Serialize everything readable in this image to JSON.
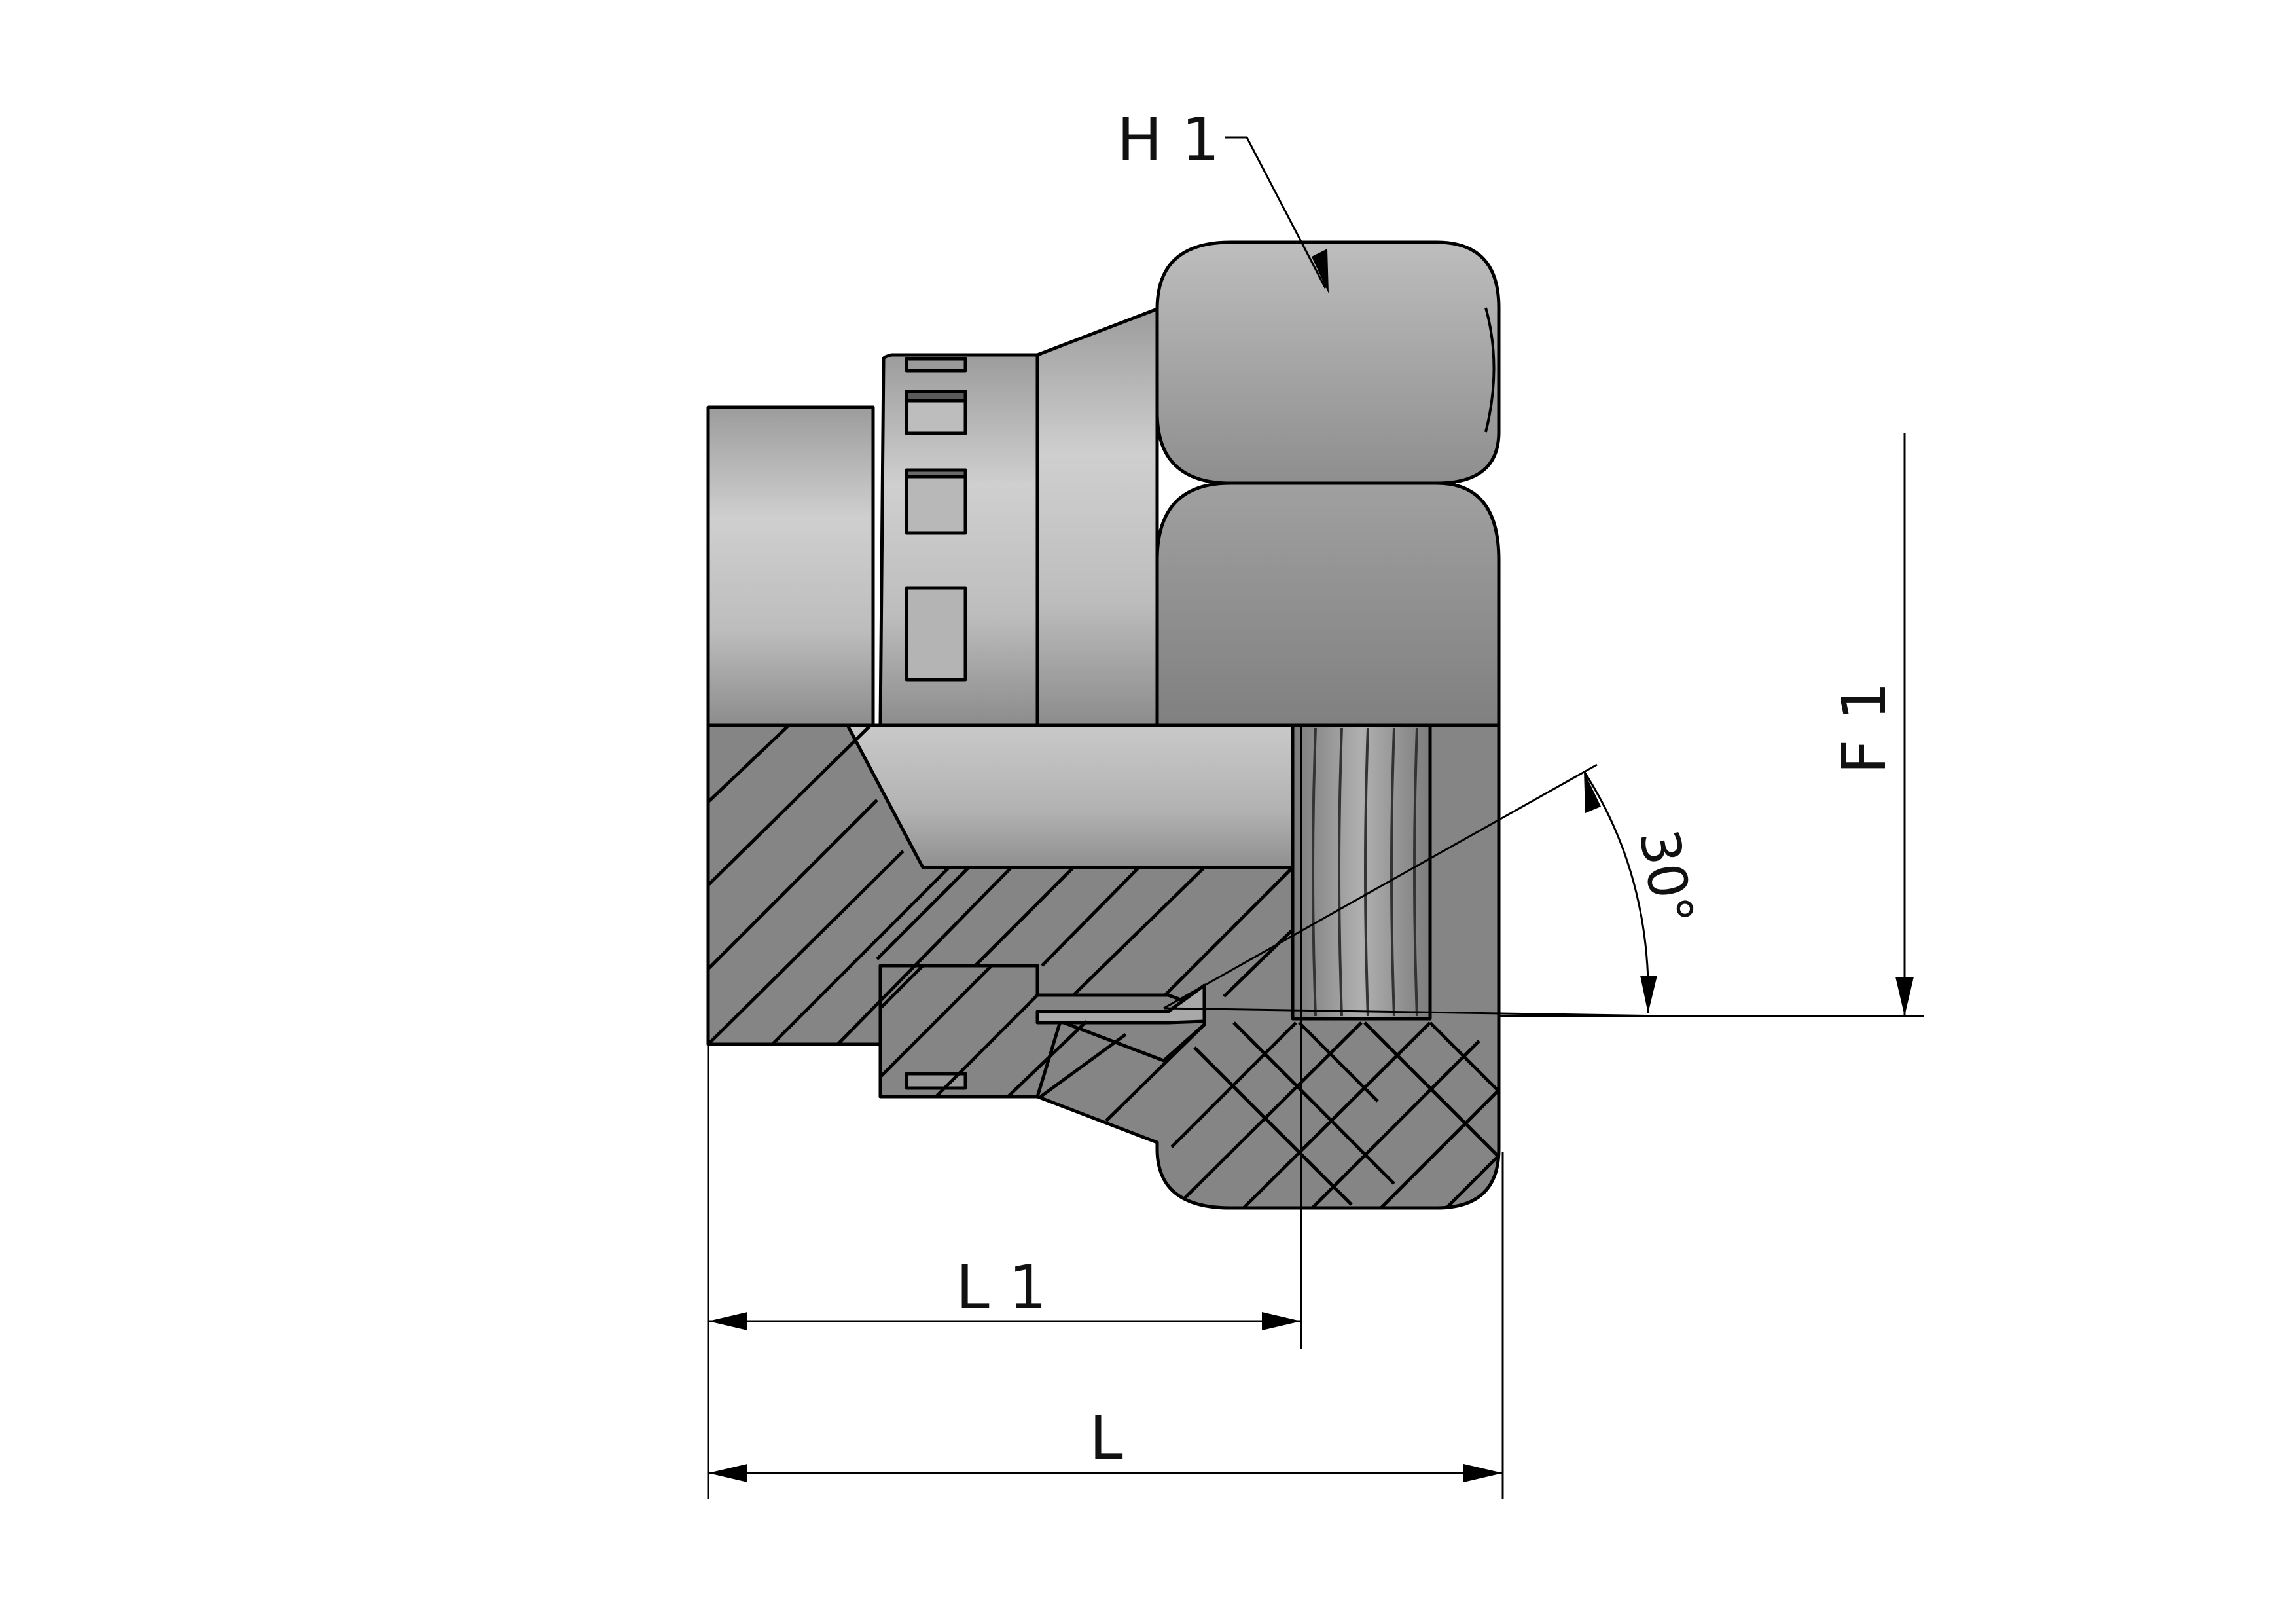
{
  "labels": {
    "h1": "H 1",
    "f1": "F 1",
    "l1": "L 1",
    "l": "L",
    "angle": "30°"
  },
  "colors": {
    "body_light": "#c4c4c4",
    "body_mid": "#a8a8a8",
    "body_dark": "#8a8a8a",
    "section": "#858585",
    "outline": "#000000"
  }
}
